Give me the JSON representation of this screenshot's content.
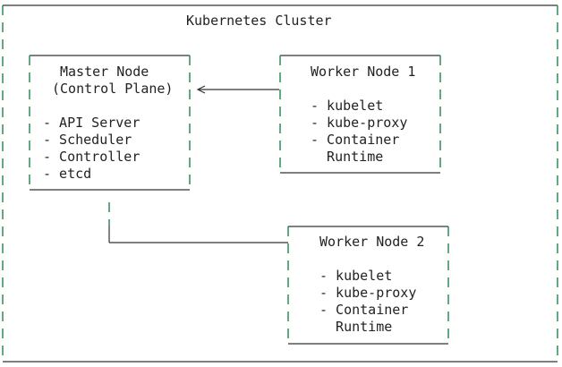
{
  "cluster": {
    "title": "Kubernetes Cluster"
  },
  "master": {
    "title": "Master Node",
    "subtitle": "(Control Plane)",
    "items": [
      "- API Server",
      "- Scheduler",
      "- Controller",
      "- etcd"
    ]
  },
  "worker1": {
    "title": "Worker Node 1",
    "items": [
      "- kubelet",
      "- kube-proxy",
      "- Container",
      "  Runtime"
    ]
  },
  "worker2": {
    "title": "Worker Node 2",
    "items": [
      "- kubelet",
      "- kube-proxy",
      "- Container",
      "  Runtime"
    ]
  },
  "colors": {
    "box_dash": "#2e8b57",
    "box_solid": "#555555",
    "line": "#333333",
    "text": "#222222"
  }
}
